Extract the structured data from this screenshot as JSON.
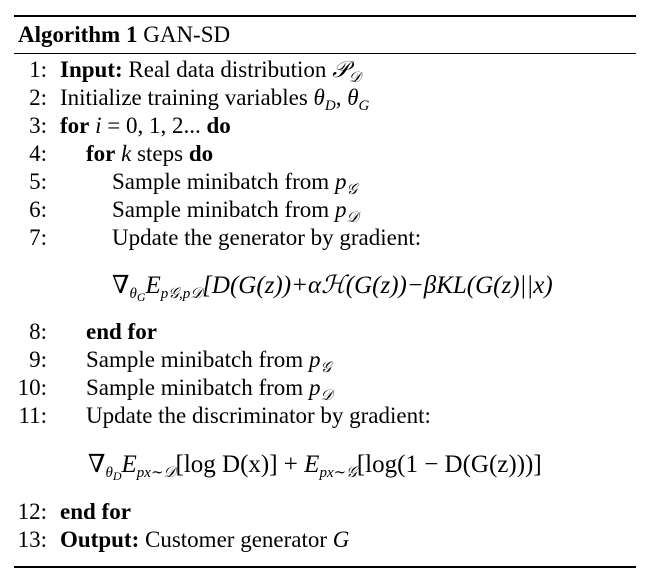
{
  "algorithm": {
    "label": "Algorithm 1",
    "name": "GAN-SD"
  },
  "lines": {
    "l1": {
      "num": "1:",
      "keyword": "Input:",
      "text": "Real data distribution",
      "symbol": "𝒫",
      "sub": "𝒟"
    },
    "l2": {
      "num": "2:",
      "text": "Initialize training variables",
      "v1": "θ",
      "v1sub": "D",
      "sep": ", ",
      "v2": "θ",
      "v2sub": "G"
    },
    "l3": {
      "num": "3:",
      "kw1": "for",
      "var": "i",
      "expr": " = 0, 1, 2... ",
      "kw2": "do"
    },
    "l4": {
      "num": "4:",
      "kw1": "for",
      "var": "k",
      "text": " steps ",
      "kw2": "do"
    },
    "l5": {
      "num": "5:",
      "text": "Sample minibatch from",
      "p": "p",
      "psub": "𝒢"
    },
    "l6": {
      "num": "6:",
      "text": "Sample minibatch from",
      "p": "p",
      "psub": "𝒟"
    },
    "l7": {
      "num": "7:",
      "text": "Update the generator by gradient:"
    },
    "l8": {
      "num": "8:",
      "keyword": "end for"
    },
    "l9": {
      "num": "9:",
      "text": "Sample minibatch from",
      "p": "p",
      "psub": "𝒢"
    },
    "l10": {
      "num": "10:",
      "text": "Sample minibatch from",
      "p": "p",
      "psub": "𝒟"
    },
    "l11": {
      "num": "11:",
      "text": "Update the discriminator by gradient:"
    },
    "l12": {
      "num": "12:",
      "keyword": "end for"
    },
    "l13": {
      "num": "13:",
      "keyword": "Output:",
      "text": "Customer generator",
      "var": "G"
    }
  },
  "equations": {
    "generator": {
      "nabla": "∇",
      "theta": "θ",
      "theta_sub": "G",
      "E": "E",
      "E_sub": "p𝒢,p𝒟",
      "body": "[D(G(z))+α",
      "H": "ℋ",
      "body2": "(G(z))−βKL(G(z)||x)"
    },
    "discriminator": {
      "nabla": "∇",
      "theta": "θ",
      "theta_sub": "D",
      "E1": "E",
      "E1_sub": "px∼𝒟",
      "term1": "[log D(x)] + ",
      "E2": "E",
      "E2_sub": "px∼𝒢",
      "term2": "[log(1 − D(G(z)))]"
    }
  }
}
